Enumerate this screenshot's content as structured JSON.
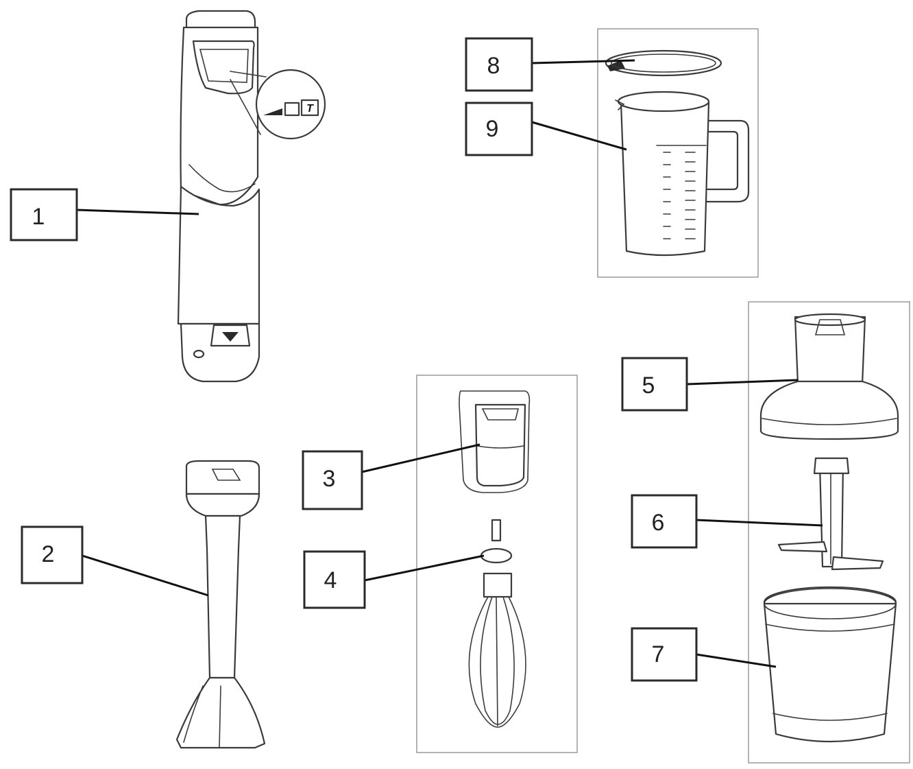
{
  "colors": {
    "line": "#3a3a3a",
    "panel_border": "#9a9a9a",
    "background": "#ffffff"
  },
  "speed_indicator": {
    "turbo_label": "T"
  },
  "callouts": [
    {
      "id": "1",
      "label": "1",
      "points_to": "motor-body"
    },
    {
      "id": "2",
      "label": "2",
      "points_to": "blending-shaft"
    },
    {
      "id": "3",
      "label": "3",
      "points_to": "whisk-adapter"
    },
    {
      "id": "4",
      "label": "4",
      "points_to": "whisk"
    },
    {
      "id": "5",
      "label": "5",
      "points_to": "chopper-lid"
    },
    {
      "id": "6",
      "label": "6",
      "points_to": "chopper-blade"
    },
    {
      "id": "7",
      "label": "7",
      "points_to": "chopper-bowl"
    },
    {
      "id": "8",
      "label": "8",
      "points_to": "beaker-lid"
    },
    {
      "id": "9",
      "label": "9",
      "points_to": "measuring-beaker"
    }
  ]
}
